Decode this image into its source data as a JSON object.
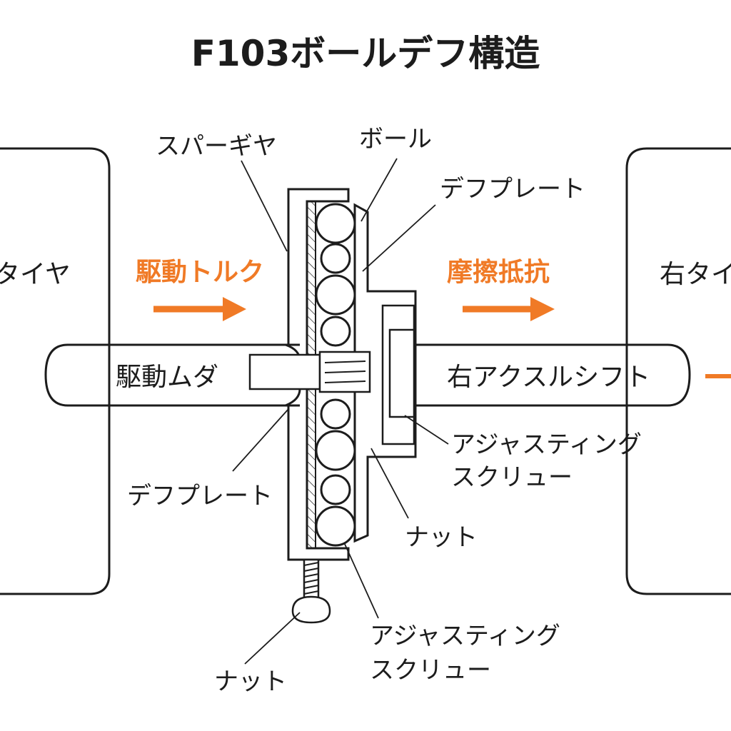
{
  "title": "F103ボールデフ構造",
  "left_tire_label": "タイヤ",
  "right_tire_label": "右タイ",
  "left_axle_label": "駆動ムダ",
  "right_axle_label": "右アクスルシフト",
  "drive_torque_label": "駆動トルク",
  "friction_label": "摩擦抵抗",
  "callouts": {
    "spur_gear": "スパーギヤ",
    "ball": "ボール",
    "diff_plate_top": "デフプレート",
    "diff_plate_bottom": "デフプレート",
    "adjusting_screw_right_1": "アジャスティング",
    "adjusting_screw_right_2": "スクリュー",
    "nut_middle": "ナット",
    "adjusting_screw_bottom_1": "アジャスティング",
    "adjusting_screw_bottom_2": "スクリュー",
    "nut_bottom": "ナット"
  },
  "colors": {
    "accent": "#f07a26",
    "line": "#1c1c1c",
    "background": "#ffffff"
  }
}
